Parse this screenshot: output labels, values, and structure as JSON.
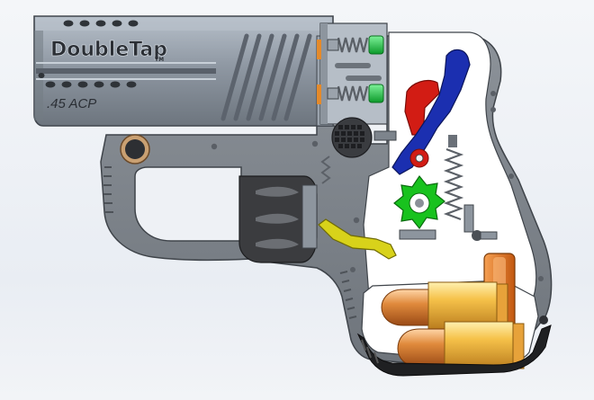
{
  "slide": {
    "brand_text": "DoubleTap",
    "brand_suffix": "TM",
    "caliber_text": ".45 ACP"
  },
  "colors": {
    "frame": "#7f858c",
    "frame_dark": "#5d6268",
    "slide": "#8d96a1",
    "slide_light": "#a9b3be",
    "internal_bg": "#ffffff",
    "hammer_red": "#d11a12",
    "lever_blue": "#1b2fb0",
    "spring_green": "#16c23a",
    "star_wheel_green": "#18c21e",
    "trigger_bar_yellow": "#d8d21a",
    "cartridge_brass": "#f2b23a",
    "bullet_copper": "#d9732a",
    "magazine_orange": "#e0781e",
    "mag_base": "#2a2a2a",
    "trigger_guard_insert": "#3a3b3d"
  },
  "icons": {
    "slide_serrations": "slide-serrations-icon",
    "muzzle": "muzzle-icon",
    "barrel_lock_knob": "barrel-lock-knob-icon",
    "hammer": "hammer-icon",
    "hammer_lever": "hammer-lever-icon",
    "star_wheel": "star-wheel-icon",
    "trigger": "trigger-icon",
    "trigger_bar": "trigger-bar-icon",
    "cartridges": "cartridge-icon",
    "magazine": "magazine-icon"
  }
}
